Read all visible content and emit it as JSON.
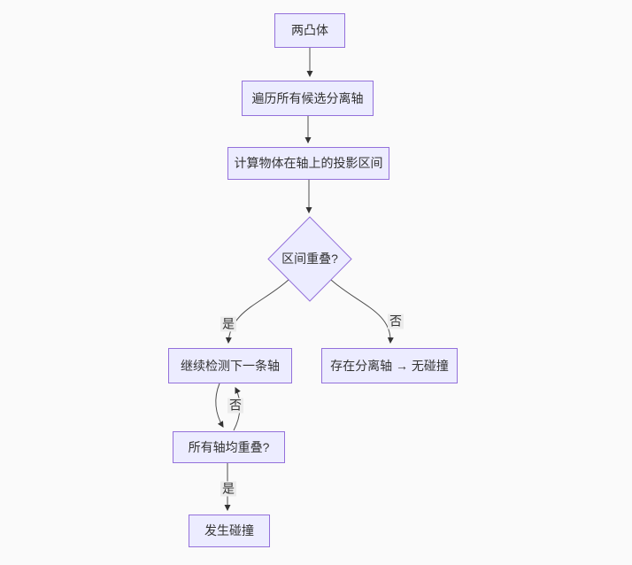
{
  "diagram": {
    "type": "flowchart-top-down",
    "colors": {
      "background": "#fafafa",
      "node_fill": "#ececff",
      "node_border": "#9370db",
      "edge_line": "#4f4f4f",
      "arrow_head": "#333333",
      "text": "#333333",
      "edge_label_bg": "#ececec"
    },
    "nodes": {
      "start": {
        "label": "两凸体",
        "shape": "rect"
      },
      "iterate": {
        "label": "遍历所有候选分离轴",
        "shape": "rect"
      },
      "project": {
        "label": "计算物体在轴上的投影区间",
        "shape": "rect"
      },
      "overlap_decision": {
        "label": "区间重叠?",
        "shape": "diamond"
      },
      "next_axis": {
        "label": "继续检测下一条轴",
        "shape": "rect"
      },
      "no_collision": {
        "label": "存在分离轴 → 无碰撞",
        "shape": "rect"
      },
      "all_axes_decision": {
        "label": "所有轴均重叠?",
        "shape": "rect"
      },
      "collision": {
        "label": "发生碰撞",
        "shape": "rect"
      }
    },
    "edges": [
      {
        "from": "start",
        "to": "iterate",
        "label": ""
      },
      {
        "from": "iterate",
        "to": "project",
        "label": ""
      },
      {
        "from": "project",
        "to": "overlap_decision",
        "label": ""
      },
      {
        "from": "overlap_decision",
        "to": "next_axis",
        "label": "是"
      },
      {
        "from": "overlap_decision",
        "to": "no_collision",
        "label": "否"
      },
      {
        "from": "next_axis",
        "to": "all_axes_decision",
        "label": ""
      },
      {
        "from": "all_axes_decision",
        "to": "next_axis",
        "label": "否"
      },
      {
        "from": "all_axes_decision",
        "to": "collision",
        "label": "是"
      }
    ],
    "edge_labels": {
      "overlap_yes": "是",
      "overlap_no": "否",
      "all_axes_no": "否",
      "all_axes_yes": "是"
    }
  }
}
